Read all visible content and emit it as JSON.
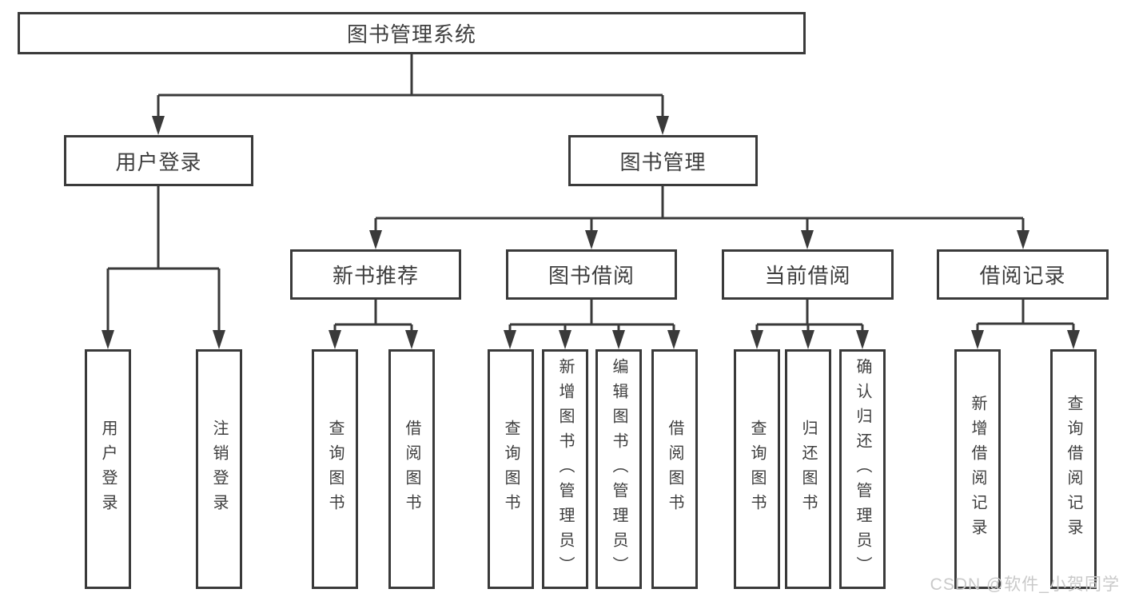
{
  "tree": {
    "label": "图书管理系统",
    "children": [
      {
        "label": "用户登录",
        "children": [
          {
            "label": "用户登录"
          },
          {
            "label": "注销登录"
          }
        ]
      },
      {
        "label": "图书管理",
        "children": [
          {
            "label": "新书推荐",
            "children": [
              {
                "label": "查询图书"
              },
              {
                "label": "借阅图书"
              }
            ]
          },
          {
            "label": "图书借阅",
            "children": [
              {
                "label": "查询图书"
              },
              {
                "label": "新增图书（管理员）"
              },
              {
                "label": "编辑图书（管理员）"
              },
              {
                "label": "借阅图书"
              }
            ]
          },
          {
            "label": "当前借阅",
            "children": [
              {
                "label": "查询图书"
              },
              {
                "label": "归还图书"
              },
              {
                "label": "确认归还（管理员）"
              }
            ]
          },
          {
            "label": "借阅记录",
            "children": [
              {
                "label": "新增借阅记录"
              },
              {
                "label": "查询借阅记录"
              }
            ]
          }
        ]
      }
    ]
  },
  "watermark": {
    "text": "CSDN @软件_小贺同学"
  },
  "colors": {
    "line": "#3a3a3a",
    "text": "#3e3e3e",
    "box_background": "#ffffff",
    "page_background": "#ffffff",
    "watermark": "#c9c9c9"
  }
}
